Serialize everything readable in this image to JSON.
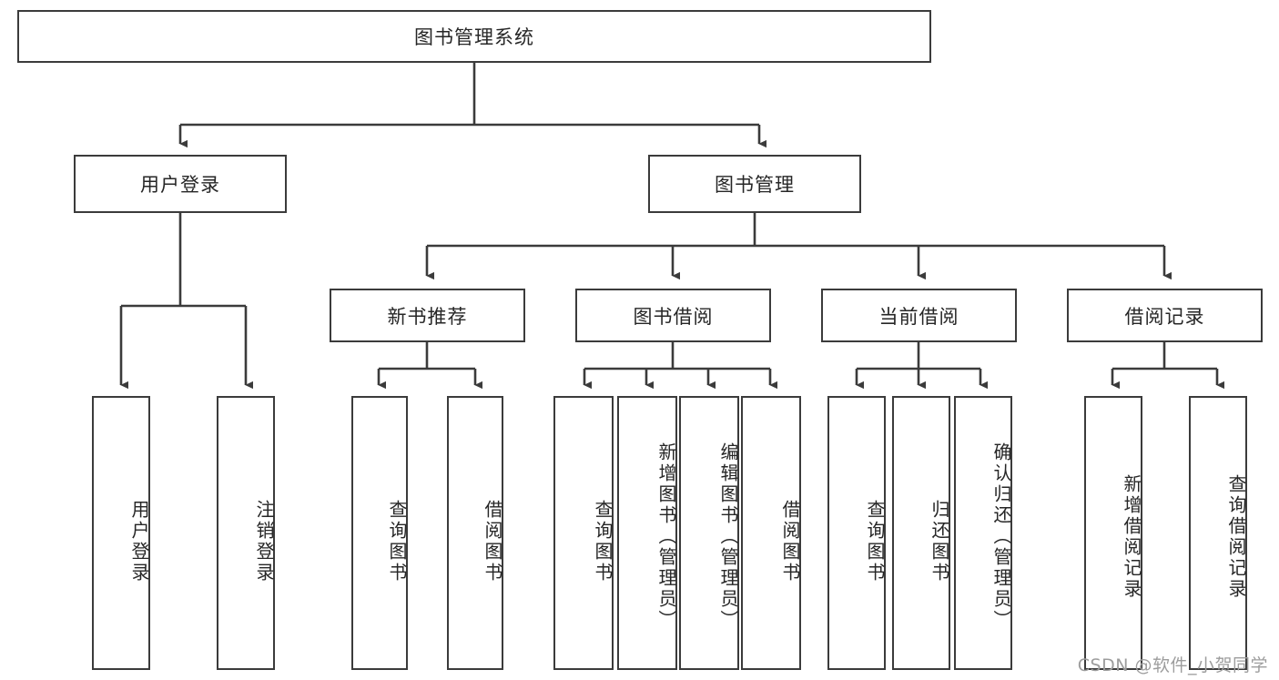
{
  "diagram": {
    "type": "hierarchy-tree",
    "root": {
      "label": "图书管理系统"
    },
    "level2": [
      {
        "label": "用户登录"
      },
      {
        "label": "图书管理"
      }
    ],
    "level3": [
      {
        "label": "新书推荐"
      },
      {
        "label": "图书借阅"
      },
      {
        "label": "当前借阅"
      },
      {
        "label": "借阅记录"
      }
    ],
    "leaves": {
      "user_login": [
        {
          "label": "用户登录"
        },
        {
          "label": "注销登录"
        }
      ],
      "new_book_recommend": [
        {
          "label": "查询图书"
        },
        {
          "label": "借阅图书"
        }
      ],
      "book_borrow": [
        {
          "label": "查询图书"
        },
        {
          "label": "新增图书（管理员）"
        },
        {
          "label": "编辑图书（管理员）"
        },
        {
          "label": "借阅图书"
        }
      ],
      "current_borrow": [
        {
          "label": "查询图书"
        },
        {
          "label": "归还图书"
        },
        {
          "label": "确认归还（管理员）"
        }
      ],
      "borrow_record": [
        {
          "label": "新增借阅记录"
        },
        {
          "label": "查询借阅记录"
        }
      ]
    },
    "colors": {
      "border": "#3b3b3b",
      "text": "#262626",
      "background": "#ffffff",
      "connector": "#3b3b3b",
      "watermark": "#9d9d9d"
    }
  },
  "watermark": {
    "text": "CSDN @软件_小贺同学"
  }
}
